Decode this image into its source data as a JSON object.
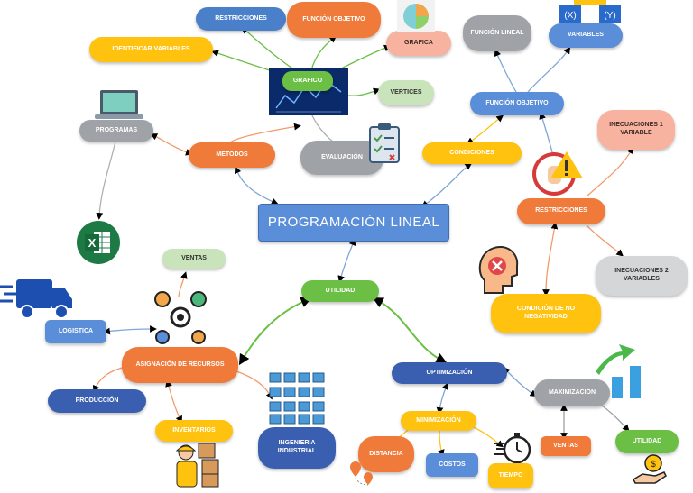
{
  "title": "PROGRAMACIÓN LINEAL",
  "nodes": {
    "restricciones_top": "RESTRICCIONES",
    "funcion_objetivo_top": "FUNCIÓN OBJETIVO",
    "grafica": "GRAFICA",
    "identificar_variables": "IDENTIFICAR VARIABLES",
    "grafico": "GRAFICO",
    "vertices": "VERTICES",
    "evaluacion": "EVALUACIÓN",
    "programas": "PROGRAMAS",
    "metodos": "METODOS",
    "funcion_lineal": "FUNCIÓN LINEAL",
    "variables": "VARIABLES",
    "funcion_objetivo_right": "FUNCIÓN OBJETIVO",
    "condiciones": "CONDICIONES",
    "inecuaciones_1": "INECUACIONES 1 VARIABLE",
    "restricciones_right": "RESTRICCIONES",
    "inecuaciones_2": "INECUACIONES 2 VARIABLES",
    "no_negatividad": "CONDICIÓN DE NO NEGATIVIDAD",
    "utilidad_center": "UTILIDAD",
    "ventas_left": "VENTAS",
    "logistica": "LOGISTICA",
    "asignacion": "ASIGNACIÓN DE RECURSOS",
    "produccion": "PRODUCCIÓN",
    "inventarios": "INVENTARIOS",
    "ingenieria": "INGENIERIA INDUSTRIAL",
    "optimizacion": "OPTIMIZACIÓN",
    "maximizacion": "MAXIMIZACIÓN",
    "minimizacion": "MINIMIZACIÓN",
    "distancia": "DISTANCIA",
    "costos": "COSTOS",
    "tiempo": "TIEMPO",
    "ventas_right": "VENTAS",
    "utilidad_right": "UTILIDAD"
  },
  "icons": {
    "pie": "pie-chart-icon",
    "xy": "xy-variables-icon",
    "laptop": "laptop-icon",
    "clipboard": "clipboard-icon",
    "excel": "excel-icon",
    "stop": "stop-hand-icon",
    "head": "head-x-icon",
    "truck": "truck-icon",
    "gear": "gear-network-icon",
    "building": "buildings-icon",
    "worker": "worker-boxes-icon",
    "growth": "growth-chart-icon",
    "stopwatch": "stopwatch-icon",
    "money": "money-hand-icon",
    "map": "map-pin-icon"
  },
  "xy_labels": [
    "(X)",
    "(Y)"
  ],
  "excel_letter": "X"
}
